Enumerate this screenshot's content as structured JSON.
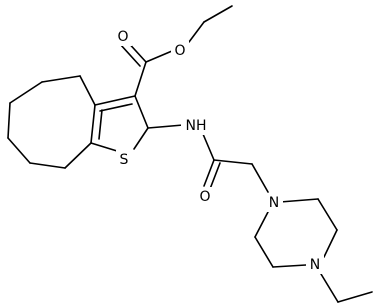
{
  "atoms": {
    "carbonyl_oxygen": "O",
    "ester_oxygen": "O",
    "sulfur": "S",
    "amide_nitrogen": "NH",
    "amide_oxygen": "O",
    "piperazine_n1": "N",
    "piperazine_n4": "N"
  },
  "colors": {
    "bond": "#000000",
    "label": "#000000",
    "background": "#ffffff"
  }
}
